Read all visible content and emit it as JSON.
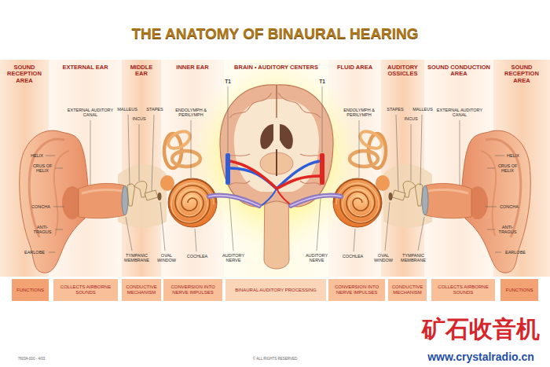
{
  "diagram": {
    "title": "THE ANATOMY OF BINAURAL HEARING",
    "nodes": [
      {
        "text": [
          "SOUND RECEPTION AREA"
        ]
      },
      {
        "text": [
          "EXTERNAL EAR"
        ]
      },
      {
        "text": [
          "MIDDLE EAR"
        ]
      },
      {
        "text": [
          "INNER EAR"
        ]
      },
      {
        "text": [
          "BRAIN • AUDITORY CENTERS"
        ]
      },
      {
        "text": [
          "FLUID AREA"
        ]
      },
      {
        "text": [
          "AUDITORY OSSICLES"
        ]
      },
      {
        "text": [
          "SOUND CONDUCTION AREA"
        ]
      },
      {
        "text": [
          "SOUND RECEPTION AREA"
        ]
      },
      {
        "text": [
          "FUNCTIONS"
        ]
      },
      {
        "text": [
          "COLLECTS AIRBORNE SOUNDS"
        ]
      },
      {
        "text": [
          "CONDUCTIVE MECHANISM"
        ]
      },
      {
        "text": [
          "CONVERSION INTO NERVE IMPULSES"
        ]
      },
      {
        "text": [
          "BINAURAL AUDITORY PROCESSING"
        ]
      },
      {
        "text": [
          "CONVERSION INTO NERVE IMPULSES"
        ]
      },
      {
        "text": [
          "CONDUCTIVE MECHANISM"
        ]
      },
      {
        "text": [
          "COLLECTS AIRBORNE SOUNDS"
        ]
      },
      {
        "text": [
          "FUNCTIONS"
        ]
      }
    ],
    "labels": [
      "EXTERNAL AUDITORY CANAL",
      "MALLEUS",
      "INCUS",
      "STAPES",
      "ENDOLYMPH & PERILYMPH",
      "T1",
      "T1",
      "ENDOLYMPH & PERILYMPH",
      "STAPES",
      "INCUS",
      "MALLEUS",
      "EXTERNAL AUDITORY CANAL",
      "HELIX",
      "CRUS OF HELIX",
      "CONCHA",
      "ANTI-TRAGUS",
      "EARLOBE",
      "HELIX",
      "CRUS OF HELIX",
      "CONCHA",
      "ANTI-TRAGUS",
      "EARLOBE",
      "TYMPANIC MEMBRANE",
      "OVAL WINDOW",
      "COCHLEA",
      "AUDITORY NERVE",
      "AUDITORY NERVE",
      "COCHLEA",
      "OVAL WINDOW",
      "TYMPANIC MEMBRANE",
      "76034-000 - 4/03",
      "© ALL RIGHTS RESERVED",
      "矿石收音机",
      "www.crystalradio.cn"
    ]
  }
}
